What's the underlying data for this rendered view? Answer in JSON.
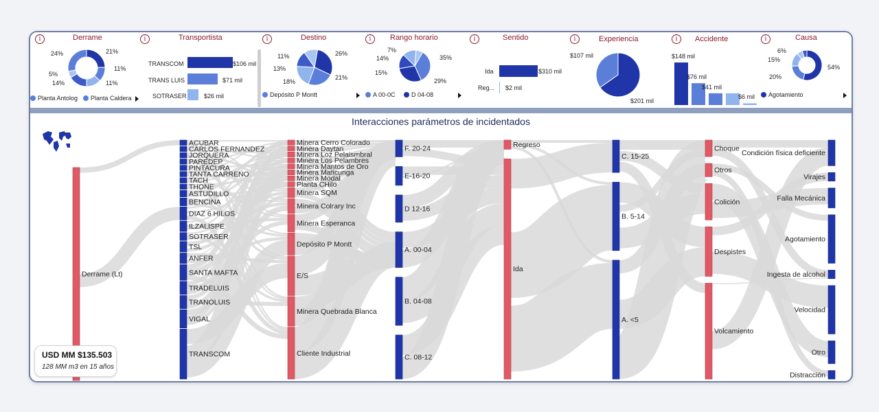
{
  "colors": {
    "dark_blue": "#1f35a8",
    "mid_blue": "#5b7fd9",
    "light_blue": "#8fb4ee",
    "red": "#e05a66",
    "flow": "#d9d9d9"
  },
  "filters": {
    "derrame": {
      "title": "Derrame",
      "slices": [
        {
          "pct": "21%",
          "value": 21
        },
        {
          "pct": "11%",
          "value": 11
        },
        {
          "pct": "11%",
          "value": 11
        },
        {
          "pct": "14%",
          "value": 14
        },
        {
          "pct": "5%",
          "value": 5
        },
        {
          "pct": "24%",
          "value": 24
        }
      ],
      "legend": [
        "Planta Antolog",
        "Planta Caldera"
      ]
    },
    "transportista": {
      "title": "Transportista",
      "bars": [
        {
          "label": "TRANSCOM",
          "value": "$106 mil",
          "v": 106
        },
        {
          "label": "TRANS LUIS",
          "value": "$71 mil",
          "v": 71
        },
        {
          "label": "SOTRASER",
          "value": "$26 mil",
          "v": 26
        }
      ]
    },
    "destino": {
      "title": "Destino",
      "slices": [
        {
          "pct": "26%",
          "value": 26
        },
        {
          "pct": "21%",
          "value": 21
        },
        {
          "pct": "18%",
          "value": 18
        },
        {
          "pct": "13%",
          "value": 13
        },
        {
          "pct": "11%",
          "value": 11
        }
      ],
      "legend": [
        "Depósito P Montt"
      ]
    },
    "rango_horario": {
      "title": "Rango horario",
      "slices": [
        {
          "pct": "35%",
          "value": 35
        },
        {
          "pct": "29%",
          "value": 29
        },
        {
          "pct": "15%",
          "value": 15
        },
        {
          "pct": "14%",
          "value": 14
        },
        {
          "pct": "7%",
          "value": 7
        }
      ],
      "legend": [
        "A 00-0C",
        "D 04-08"
      ]
    },
    "sentido": {
      "title": "Sentido",
      "bars": [
        {
          "label": "Ida",
          "value": "$310 mil",
          "v": 310
        },
        {
          "label": "Reg...",
          "value": "$2 mil",
          "v": 2
        }
      ]
    },
    "experiencia": {
      "title": "Experiencia",
      "slices": [
        {
          "pct": "$201 mil",
          "value": 201
        },
        {
          "pct": "$107 mil",
          "value": 107
        }
      ]
    },
    "accidente": {
      "title": "Accidente",
      "bars": [
        {
          "value": "$148 mil",
          "v": 148
        },
        {
          "value": "$76 mil",
          "v": 76
        },
        {
          "value": "$41 mil",
          "v": 41
        },
        {
          "value": "$41 mil",
          "v": 41
        },
        {
          "value": "$6 mil",
          "v": 6
        }
      ]
    },
    "causa": {
      "title": "Causa",
      "slices": [
        {
          "pct": "54%",
          "value": 54
        },
        {
          "pct": "20%",
          "value": 20
        },
        {
          "pct": "15%",
          "value": 15
        },
        {
          "pct": "6%",
          "value": 6
        },
        {
          "pct": "",
          "value": 5
        }
      ],
      "legend": [
        "Agotamiento"
      ]
    }
  },
  "sankey": {
    "title": "Interacciones parámetros de incidentados",
    "columns": [
      {
        "color": "red",
        "nodes": [
          {
            "label": "Derrame (Lt)",
            "v": 100
          }
        ]
      },
      {
        "color": "blue",
        "nodes": [
          {
            "label": "ACUBAR",
            "v": 2
          },
          {
            "label": "CARLOS FERNANDEZ",
            "v": 2
          },
          {
            "label": "JORQUERA",
            "v": 2
          },
          {
            "label": "PAREDEP",
            "v": 2
          },
          {
            "label": "PINTACURA",
            "v": 2
          },
          {
            "label": "TANTA CARRENO",
            "v": 2
          },
          {
            "label": "TACH",
            "v": 2
          },
          {
            "label": "THONE",
            "v": 2
          },
          {
            "label": "ASTUDILLO",
            "v": 2.5
          },
          {
            "label": "BENCINA",
            "v": 3
          },
          {
            "label": "DIAZ 6 HILOS",
            "v": 5
          },
          {
            "label": "ILZALISPE",
            "v": 4
          },
          {
            "label": "SOTRASER",
            "v": 3
          },
          {
            "label": "TSL",
            "v": 4
          },
          {
            "label": "ANFER",
            "v": 4
          },
          {
            "label": "SANTA MAFTA",
            "v": 6
          },
          {
            "label": "TRADELUIS",
            "v": 5
          },
          {
            "label": "TRANOLUIS",
            "v": 5
          },
          {
            "label": "VIGAL",
            "v": 7
          },
          {
            "label": "TRANSCOM",
            "v": 19
          }
        ]
      },
      {
        "color": "red",
        "nodes": [
          {
            "label": "Minera Cerro Colorado",
            "v": 2
          },
          {
            "label": "Minera Daytan",
            "v": 2
          },
          {
            "label": "Minera Loz Pelaismbral",
            "v": 2
          },
          {
            "label": "Minera Los Pelambres",
            "v": 2
          },
          {
            "label": "Minera Mantos de Oro",
            "v": 2
          },
          {
            "label": "Minera Maticunga",
            "v": 2
          },
          {
            "label": "Minera Modal",
            "v": 2
          },
          {
            "label": "Planta CHilo",
            "v": 2
          },
          {
            "label": "Minera SQM",
            "v": 4
          },
          {
            "label": "Minera Colrary Inc",
            "v": 6
          },
          {
            "label": "Minera Esperanca",
            "v": 7
          },
          {
            "label": "Depósito P Montt",
            "v": 9
          },
          {
            "label": "E/S",
            "v": 16
          },
          {
            "label": "Minera Quebrada Blanca",
            "v": 12
          },
          {
            "label": "Cliente Industrial",
            "v": 21
          }
        ]
      },
      {
        "color": "blue",
        "nodes": [
          {
            "label": "F. 20-24",
            "v": 8
          },
          {
            "label": "E-16-20",
            "v": 9
          },
          {
            "label": "D 12-16",
            "v": 13
          },
          {
            "label": "A. 00-04",
            "v": 17
          },
          {
            "label": "B. 04-08",
            "v": 23
          },
          {
            "label": "C. 08-12",
            "v": 21
          }
        ]
      },
      {
        "color": "red",
        "nodes": [
          {
            "label": "Regreso",
            "v": 4
          },
          {
            "label": "Ida",
            "v": 96
          }
        ]
      },
      {
        "color": "blue",
        "nodes": [
          {
            "label": "C. 15-25",
            "v": 9
          },
          {
            "label": "B. 5-14",
            "v": 19
          },
          {
            "label": "A. <5",
            "v": 33
          }
        ]
      },
      {
        "color": "red",
        "nodes": [
          {
            "label": "Choque",
            "v": 5
          },
          {
            "label": "Otros",
            "v": 4
          },
          {
            "label": "Colición",
            "v": 11
          },
          {
            "label": "Despistes",
            "v": 15
          },
          {
            "label": "Volcamiento",
            "v": 29
          }
        ]
      },
      {
        "color": "blue",
        "nodes": [
          {
            "label": "Condición física deficiente",
            "v": 9
          },
          {
            "label": "Virajes",
            "v": 3
          },
          {
            "label": "Falla Mecánica",
            "v": 7
          },
          {
            "label": "Agotamiento",
            "v": 17
          },
          {
            "label": "Ingesta de alcohol",
            "v": 3
          },
          {
            "label": "Velocidad",
            "v": 17
          },
          {
            "label": "Otro",
            "v": 8
          },
          {
            "label": "Distracción",
            "v": 3
          }
        ]
      }
    ]
  },
  "kpi": {
    "value": "USD MM $135.503",
    "subtitle": "128 MM m3 en 15 años"
  }
}
